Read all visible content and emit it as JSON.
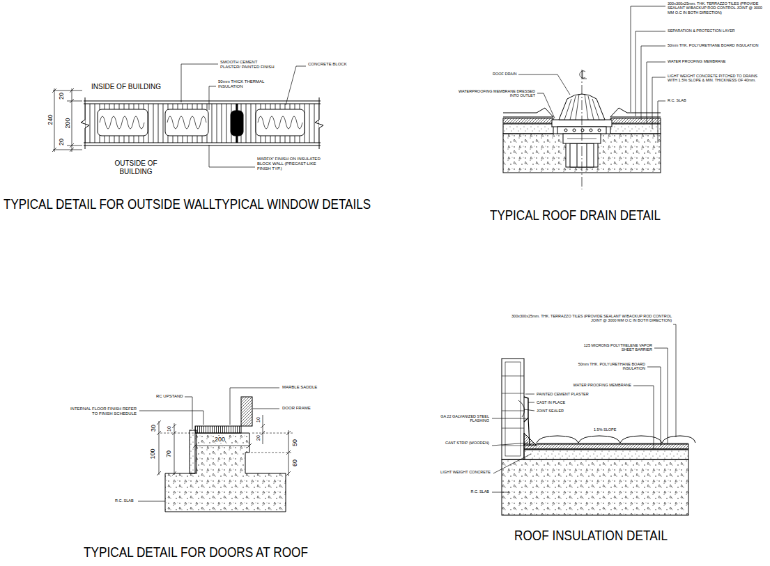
{
  "diagram": {
    "labels": [
      "20",
      "240",
      "200",
      "20",
      "INSIDE OF BUILDING",
      "SMOOTH CEMENT PLASTER/ PAINTED FINISH",
      "CONCRETE BLOCK",
      "50mm THICK THERMAL INSULATION",
      "OUTSIDE OF BUILDING",
      "MARFIX' FINISH ON INSULATED BLOCK WALL (PRECAST-LIKE FINISH TYP.)",
      "TYPICAL DETAIL FOR OUTSIDE WALLTYPICAL WINDOW DETAILS",
      "300x300x25mm. THK. TERRAZZO TILES (PROVIDE SEALANT W/BACKUP ROD CONTROL JOINT @ 3000 MM O.C IN BOTH DIRECTION)",
      "SEPARATION & PROTECTION LAYER",
      "50mm THK. POLYURETHANE BOARD INSULATION",
      "WATER PROOFING MEMBRANE",
      "LIGHT WEIGHT CONCRETE PITCHED TO DRAINS WITH 1.5% SLOPE & MIN. THICKNESS OF 40mm.",
      "R.C. SLAB",
      "ROOF DRAIN",
      "WATERPROOFING MEMBRANE DRESSED INTO OUTLET",
      "TYPICAL ROOF DRAIN DETAIL",
      "RC UPSTAND",
      "MARBLE SADDLE",
      "DOOR FRAME",
      "INTERNAL FLOOR FINISH REFER TO FINISH SCHEDULE",
      "30",
      "10",
      "100",
      "70",
      "200",
      "10",
      "20",
      "50",
      "60",
      "R.C. SLAB",
      "TYPICAL DETAIL FOR DOORS AT ROOF",
      "300x300x25mm. THK. TERRAZZO TILES (PROVIDE SEALANT W/BACKUP ROD CONTROL JOINT @ 3000 MM O.C IN BOTH DIRECTION)",
      "125 MICRONS POLYTHELENE VAPOR SHEET BARRIER",
      "50mm THK. POLYURETHANE BOARD INSULATION",
      "WATER PROOFING MEMBRANE",
      "PAINTED CEMENT PLASTER",
      "CAST IN PLACE",
      "JOINT SEALER",
      "GA 22 GALVANIZED STEEL FLASHING",
      "1.5% SLOPE",
      "CANT STRIP (WOODEN)",
      "LIGHT WEIGHT CONCRETE",
      "R.C. SLAB",
      "ROOF INSULATION DETAIL"
    ]
  }
}
